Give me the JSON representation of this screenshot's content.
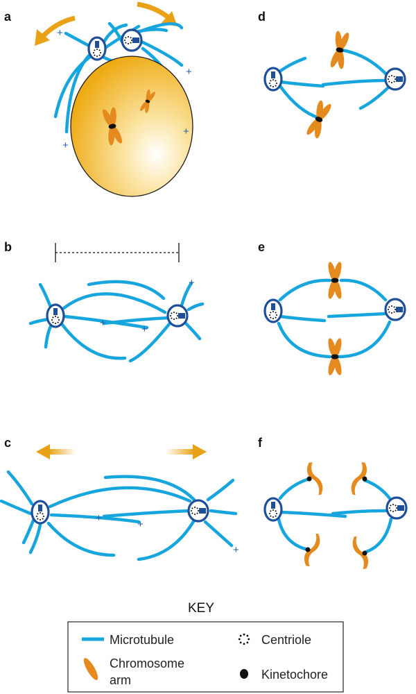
{
  "panels": {
    "a": "a",
    "b": "b",
    "c": "c",
    "d": "d",
    "e": "e",
    "f": "f"
  },
  "plus_sign": "+",
  "key": {
    "title": "KEY",
    "microtubule": "Microtubule",
    "centriole": "Centriole",
    "chromosome_arm_line1": "Chromosome",
    "chromosome_arm_line2": "arm",
    "kinetochore": "Kinetochore"
  },
  "colors": {
    "microtubule": "#16a6dd",
    "centriole": "#1f4f99",
    "chromosome_arm": "#e58a1e",
    "kinetochore": "#111111",
    "nucleus": "#efb21a",
    "arrow": "#e9a215"
  }
}
